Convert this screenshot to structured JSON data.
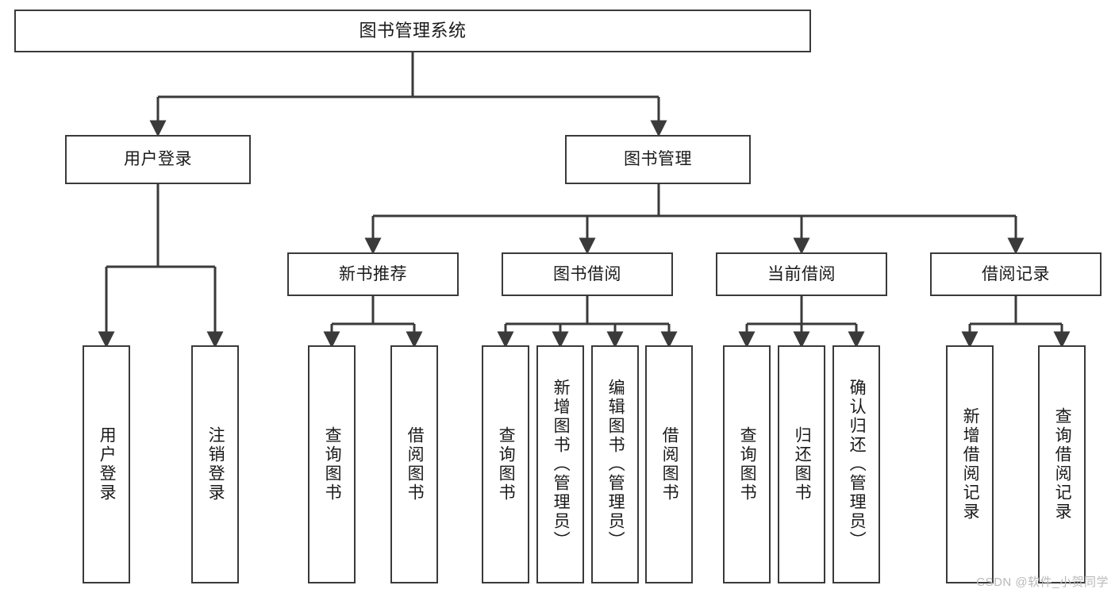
{
  "diagram": {
    "title": "图书管理系统",
    "type": "functional-structure-tree",
    "watermark": "CSDN @软件_小贺同学",
    "colors": {
      "box_border": "#3a3a3a",
      "box_fill": "#ffffff",
      "connector": "#3a3a3a",
      "text": "#1a1a1a",
      "watermark": "#b9b9b9",
      "background": "#ffffff"
    },
    "nodes": {
      "root": {
        "label": "图书管理系统"
      },
      "level2": [
        {
          "label": "用户登录"
        },
        {
          "label": "图书管理"
        }
      ],
      "level3": [
        {
          "label": "新书推荐"
        },
        {
          "label": "图书借阅"
        },
        {
          "label": "当前借阅"
        },
        {
          "label": "借阅记录"
        }
      ],
      "leaves_user_login": [
        {
          "label": "用户登录"
        },
        {
          "label": "注销登录"
        }
      ],
      "leaves_new_books": [
        {
          "label": "查询图书"
        },
        {
          "label": "借阅图书"
        }
      ],
      "leaves_borrow": [
        {
          "label": "查询图书"
        },
        {
          "label": "新增图书（管理员）"
        },
        {
          "label": "编辑图书（管理员）"
        },
        {
          "label": "借阅图书"
        }
      ],
      "leaves_current": [
        {
          "label": "查询图书"
        },
        {
          "label": "归还图书"
        },
        {
          "label": "确认归还（管理员）"
        }
      ],
      "leaves_records": [
        {
          "label": "新增借阅记录"
        },
        {
          "label": "查询借阅记录"
        }
      ]
    }
  }
}
